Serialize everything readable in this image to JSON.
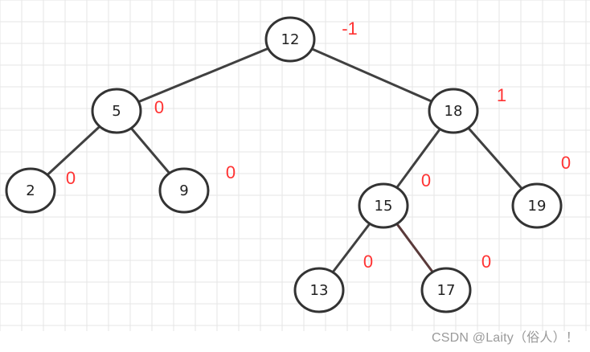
{
  "nodes": [
    {
      "id": "12",
      "label": "12",
      "balance": "-1"
    },
    {
      "id": "5",
      "label": "5",
      "balance": "0"
    },
    {
      "id": "18",
      "label": "18",
      "balance": "1"
    },
    {
      "id": "2",
      "label": "2",
      "balance": "0"
    },
    {
      "id": "9",
      "label": "9",
      "balance": "0"
    },
    {
      "id": "15",
      "label": "15",
      "balance": "0"
    },
    {
      "id": "19",
      "label": "19",
      "balance": "0"
    },
    {
      "id": "13",
      "label": "13",
      "balance": "0"
    },
    {
      "id": "17",
      "label": "17",
      "balance": "0"
    }
  ],
  "edges": [
    {
      "from": "12",
      "to": "5"
    },
    {
      "from": "12",
      "to": "18"
    },
    {
      "from": "5",
      "to": "2"
    },
    {
      "from": "5",
      "to": "9"
    },
    {
      "from": "18",
      "to": "15"
    },
    {
      "from": "18",
      "to": "19"
    },
    {
      "from": "15",
      "to": "13"
    },
    {
      "from": "15",
      "to": "17",
      "highlight": true
    }
  ],
  "colors": {
    "node_stroke": "#333333",
    "edge": "#404040",
    "edge_highlight": "#5a3a3a",
    "balance_text": "#ff3333",
    "grid": "#e6e6e6"
  },
  "watermark": "CSDN @Laity（俗人）！"
}
